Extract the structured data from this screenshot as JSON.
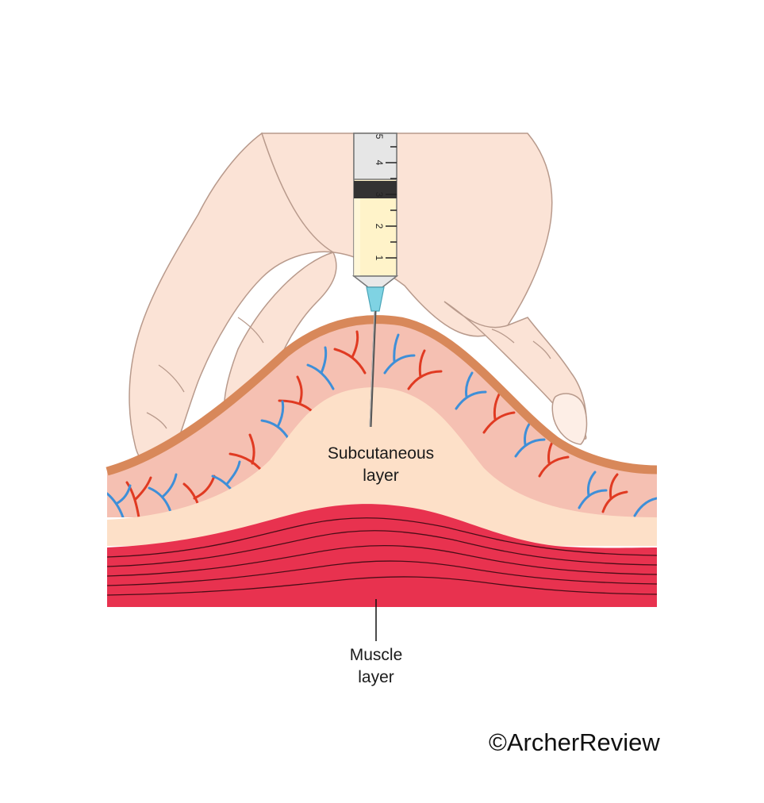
{
  "labels": {
    "subcutaneous_line1": "Subcutaneous",
    "subcutaneous_line2": "layer",
    "muscle_line1": "Muscle",
    "muscle_line2": "layer"
  },
  "syringe_scale": [
    "1",
    "2",
    "3",
    "4",
    "5"
  ],
  "copyright": "©ArcherReview",
  "colors": {
    "skin_outer": "#d8885a",
    "dermis": "#f5c0b2",
    "subcutaneous": "#fde0c8",
    "muscle": "#e8324f",
    "artery": "#e03a22",
    "vein": "#3e8fd8",
    "hand": "#fbe3d6",
    "needle_hub": "#7fd3e3",
    "syringe_fluid": "#fff3c9"
  },
  "icons": [
    "hand-icon",
    "syringe-icon",
    "needle-icon",
    "blood-vessel-icon"
  ]
}
